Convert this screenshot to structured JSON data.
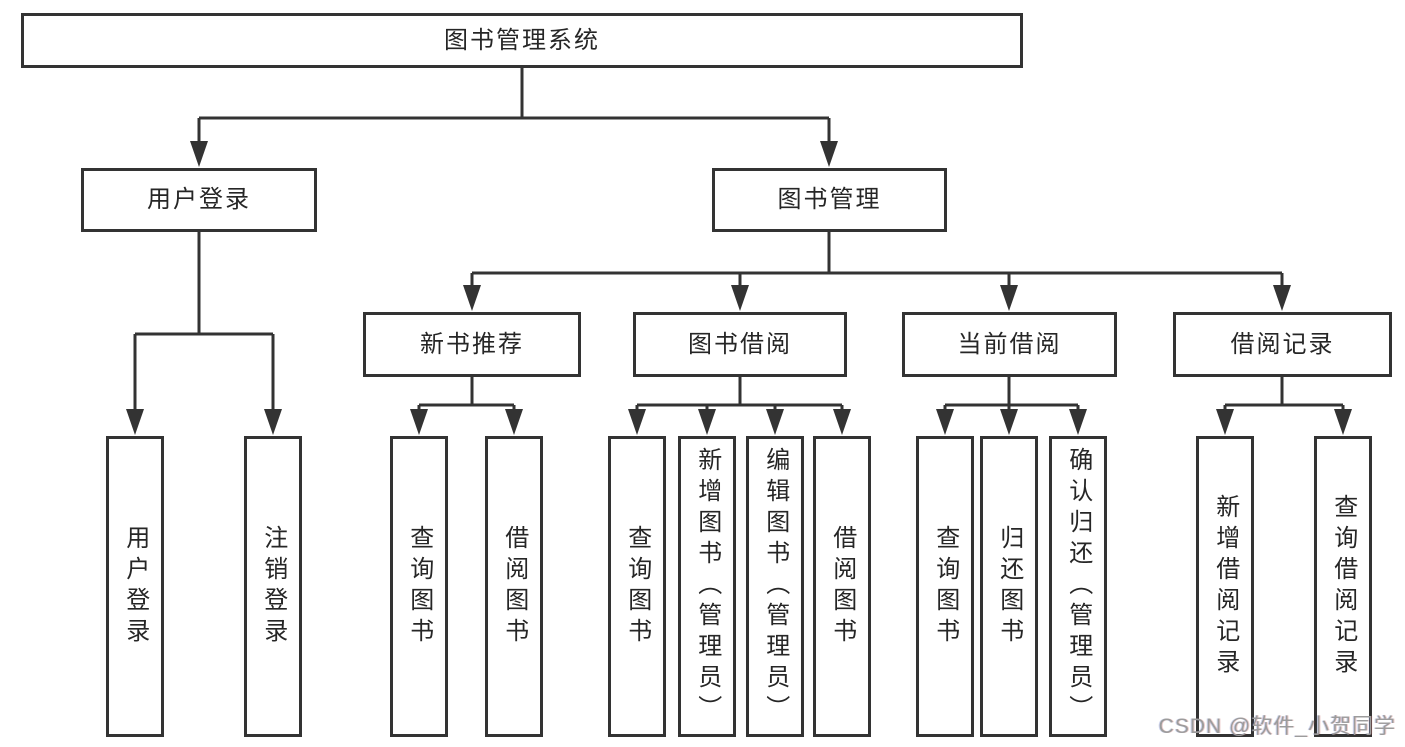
{
  "diagram": {
    "root": {
      "label": "图书管理系统"
    },
    "branches": [
      {
        "label": "用户登录",
        "children": [
          {
            "label": "用户登录"
          },
          {
            "label": "注销登录"
          }
        ]
      },
      {
        "label": "图书管理",
        "children": [
          {
            "label": "新书推荐",
            "children": [
              {
                "label": "查询图书"
              },
              {
                "label": "借阅图书"
              }
            ]
          },
          {
            "label": "图书借阅",
            "children": [
              {
                "label": "查询图书"
              },
              {
                "label": "新增图书（管理员）"
              },
              {
                "label": "编辑图书（管理员）"
              },
              {
                "label": "借阅图书"
              }
            ]
          },
          {
            "label": "当前借阅",
            "children": [
              {
                "label": "查询图书"
              },
              {
                "label": "归还图书"
              },
              {
                "label": "确认归还（管理员）"
              }
            ]
          },
          {
            "label": "借阅记录",
            "children": [
              {
                "label": "新增借阅记录"
              },
              {
                "label": "查询借阅记录"
              }
            ]
          }
        ]
      }
    ]
  },
  "watermark": {
    "text": "CSDN @软件_小贺同学"
  },
  "colors": {
    "line": "#333333",
    "node_border": "#333333",
    "node_text": "#262626",
    "background": "#ffffff",
    "watermark_text": "#9c9c9c"
  }
}
